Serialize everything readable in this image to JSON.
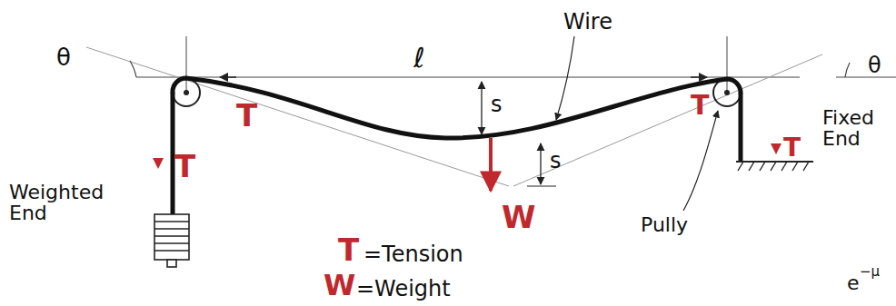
{
  "diagram": {
    "labels": [
      "θ",
      "ℓ",
      "Wire",
      "s",
      "s",
      "θ",
      "T",
      "T",
      "T",
      "T",
      "W",
      "T",
      "=Tension",
      "W",
      "=Weight",
      "Weighted End",
      "Fixed End",
      "Pully",
      "e",
      "−μ"
    ]
  }
}
